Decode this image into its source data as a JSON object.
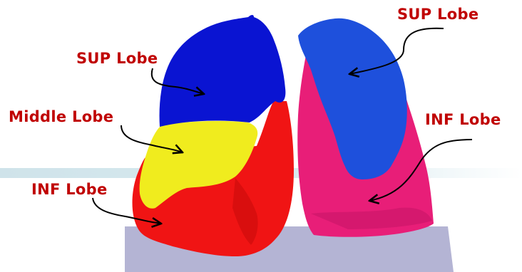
{
  "colors": {
    "label_text": "#c00000",
    "superior_lobe": "#0a14d2",
    "superior_lobe_right": "#1e50dc",
    "middle_lobe": "#f0ec1e",
    "inferior_lobe": "#f01414",
    "left_lung_inferior": "#e81e78",
    "base_platform": "#b4b4d4",
    "band": "#cde4ea"
  },
  "labels": {
    "right_lung_superior": "SUP Lobe",
    "left_lung_superior": "SUP Lobe",
    "middle": "Middle Lobe",
    "right_lung_inferior": "INF Lobe",
    "left_lung_inferior": "INF Lobe"
  }
}
